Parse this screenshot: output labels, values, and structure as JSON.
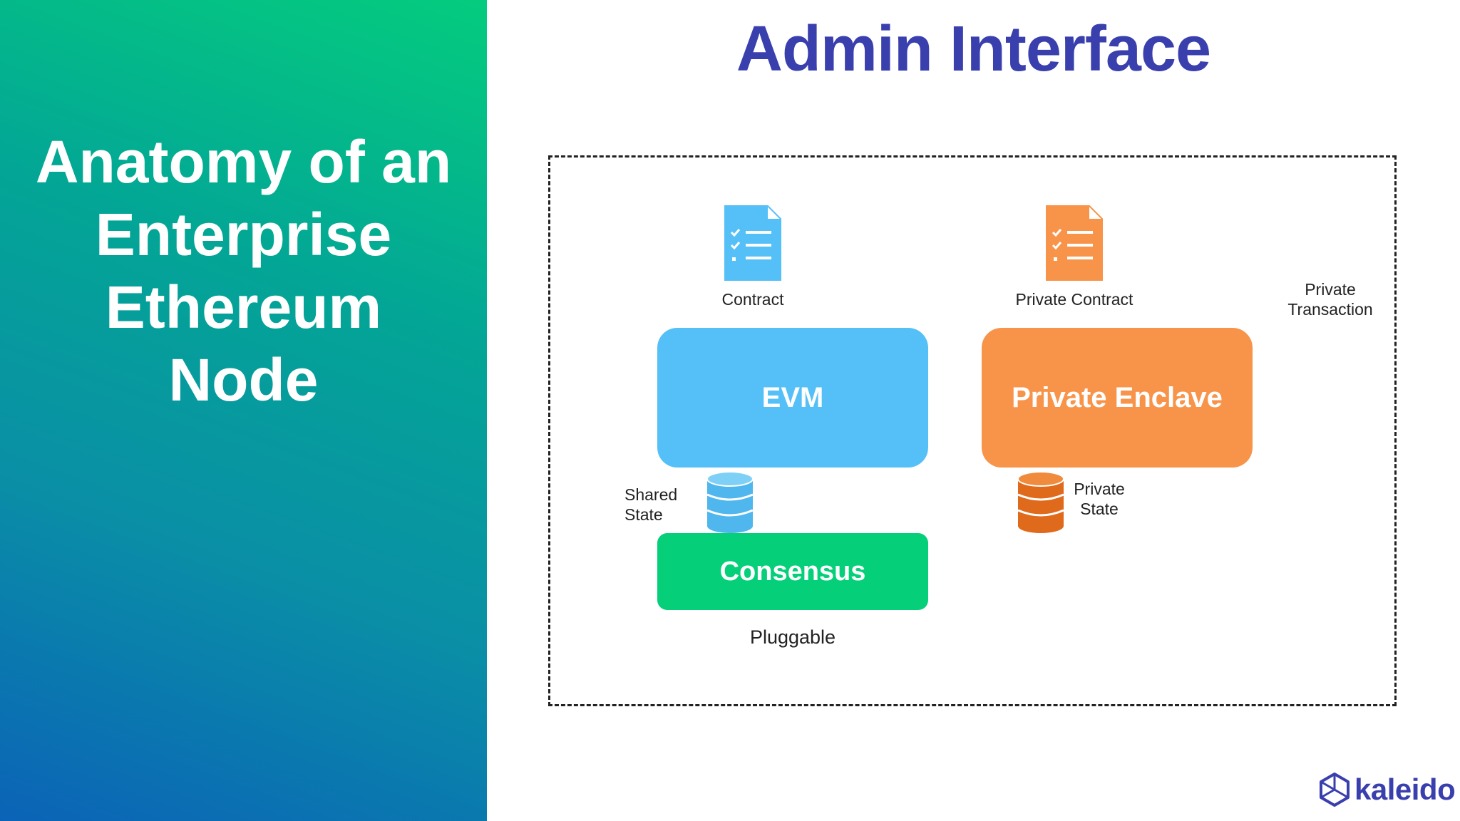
{
  "slide": {
    "title_lines": [
      "Anatomy of an",
      "Enterprise",
      "Ethereum",
      "Node"
    ]
  },
  "diagram": {
    "title": "Admin Interface",
    "contract_label": "Contract",
    "private_contract_label": "Private Contract",
    "private_transaction_label": [
      "Private",
      "Transaction"
    ],
    "evm_label": "EVM",
    "private_enclave_label": "Private Enclave",
    "shared_state_label": [
      "Shared",
      "State"
    ],
    "private_state_label": [
      "Private",
      "State"
    ],
    "consensus_label": "Consensus",
    "pluggable_label": "Pluggable",
    "icons": {
      "contract": "document-checklist-icon",
      "private_contract": "document-checklist-icon",
      "shared_state": "database-icon",
      "private_state": "database-icon"
    }
  },
  "branding": {
    "logo_text": "kaleido",
    "logo_icon": "kaleido-logo-icon"
  },
  "colors": {
    "title_blue": "#3a3fae",
    "evm_blue": "#55c0f7",
    "enclave_orange": "#f8944a",
    "consensus_green": "#05cf79",
    "db_blue": "#4fb6ee",
    "db_orange": "#e06a1c"
  }
}
